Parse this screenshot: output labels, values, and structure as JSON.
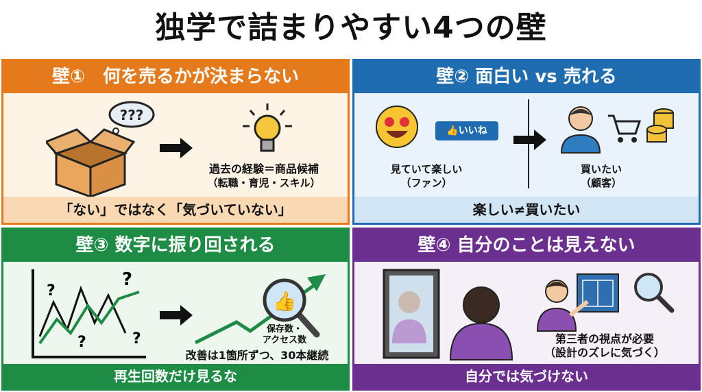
{
  "title": "独学で詰まりやすい4つの壁",
  "colors": {
    "orange": "#e57a1c",
    "blue": "#1f6db0",
    "green": "#1e8c45",
    "purple": "#6b2f8f"
  },
  "walls": [
    {
      "header": "壁①　何を売るかが決まらない",
      "bubble": "???",
      "caption1": "過去の経験＝商品候補",
      "caption2": "（転職・育児・スキル）",
      "footer": "「ない」ではなく「気づいていない」"
    },
    {
      "header": "壁② 面白い vs 売れる",
      "like": "いいね",
      "left1": "見ていて楽しい",
      "left2": "（ファン）",
      "right1": "買いたい",
      "right2": "（顧客）",
      "footer": "楽しい≠買いたい"
    },
    {
      "header": "壁③ 数字に振り回される",
      "chart_q": "?",
      "metric1": "保存数・",
      "metric2": "アクセス数",
      "caption": "改善は1箇所ずつ、30本継続",
      "footer": "再生回数だけ見るな"
    },
    {
      "header": "壁④ 自分のことは見えない",
      "caption1": "第三者の視点が必要",
      "caption2": "（設計のズレに気づく）",
      "footer": "自分では気づけない"
    }
  ]
}
